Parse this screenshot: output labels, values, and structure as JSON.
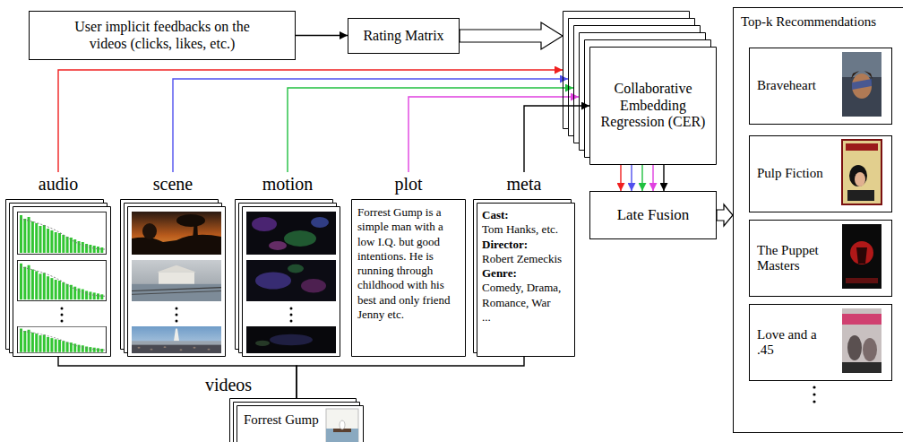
{
  "diagram": {
    "nodes": [
      {
        "text": [
          "User implicit feedbacks on the videos (clicks, likes, etc.)"
        ]
      },
      {
        "text": [
          "Rating Matrix"
        ]
      },
      {
        "text": [
          "Collaborative Embedding Regression (CER)"
        ]
      },
      {
        "text": [
          "Top-k Recommendations"
        ]
      },
      {
        "text": [
          "Braveheart"
        ],
        "in": 3
      },
      {
        "text": [
          "Pulp Fiction"
        ],
        "in": 3
      },
      {
        "text": [
          "The Puppet Masters"
        ],
        "in": 3
      },
      {
        "text": [
          "Love and a .45"
        ],
        "in": 3
      },
      {
        "text": [
          "audio"
        ]
      },
      {
        "text": [
          "scene"
        ]
      },
      {
        "text": [
          "motion"
        ]
      },
      {
        "text": [
          "plot",
          "Forrest Gump is a simple man with a low I.Q. but good intentions. He is running through childhood with his best and only friend Jenny etc."
        ]
      },
      {
        "text": [
          "meta",
          "Cast:",
          "Tom Hanks, etc.",
          "Director:",
          "Robert Zemeckis",
          "Genre:",
          "Comedy, Drama, Romance, War",
          "..."
        ]
      },
      {
        "text": [
          "Late Fusion"
        ]
      },
      {
        "text": [
          "videos",
          "Forrest Gump"
        ]
      }
    ],
    "edges": [
      {
        "from": 0,
        "to": 1,
        "arrow": "to"
      },
      {
        "from": 1,
        "to": 2,
        "arrow": "to"
      },
      {
        "from": 8,
        "to": 2,
        "arrow": "to"
      },
      {
        "from": 9,
        "to": 2,
        "arrow": "to"
      },
      {
        "from": 10,
        "to": 2,
        "arrow": "to"
      },
      {
        "from": 11,
        "to": 2,
        "arrow": "to"
      },
      {
        "from": 12,
        "to": 2,
        "arrow": "to"
      },
      {
        "from": 2,
        "to": 13,
        "arrow": "to"
      },
      {
        "from": 2,
        "to": 13,
        "arrow": "to"
      },
      {
        "from": 2,
        "to": 13,
        "arrow": "to"
      },
      {
        "from": 2,
        "to": 13,
        "arrow": "to"
      },
      {
        "from": 2,
        "to": 13,
        "arrow": "to"
      },
      {
        "from": 13,
        "to": 3,
        "arrow": "to"
      },
      {
        "from": 14,
        "to": 8,
        "arrow": "none"
      },
      {
        "from": 14,
        "to": 12,
        "arrow": "none"
      }
    ]
  }
}
